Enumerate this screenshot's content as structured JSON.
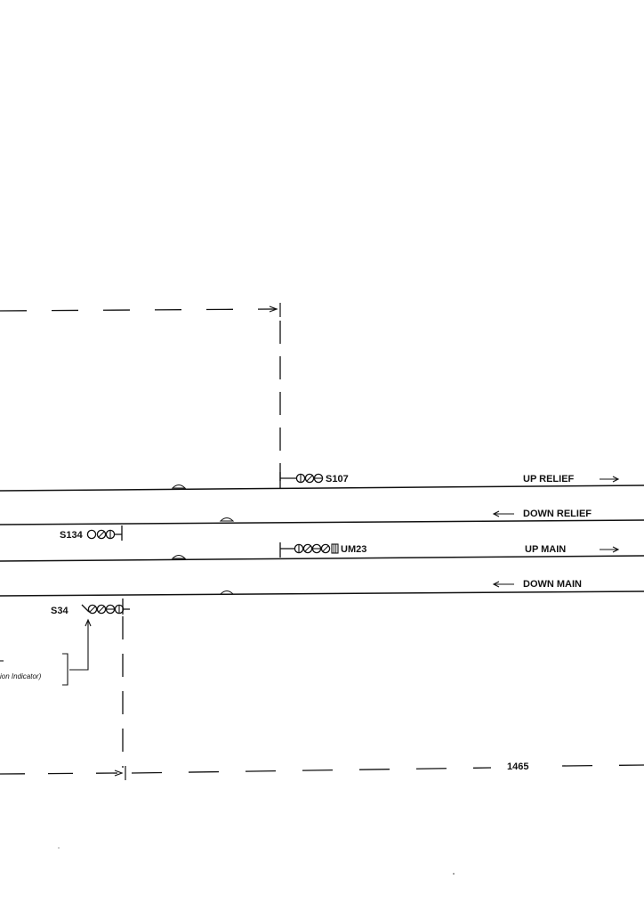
{
  "tracks": {
    "up_relief": "UP RELIEF",
    "down_relief": "DOWN RELIEF",
    "up_main": "UP MAIN",
    "down_main": "DOWN MAIN"
  },
  "signals": {
    "s107": "S107",
    "s134": "S134",
    "um23": "UM23",
    "s34": "S34"
  },
  "dimension": "1465",
  "note_fragment": "ion Indicator)"
}
